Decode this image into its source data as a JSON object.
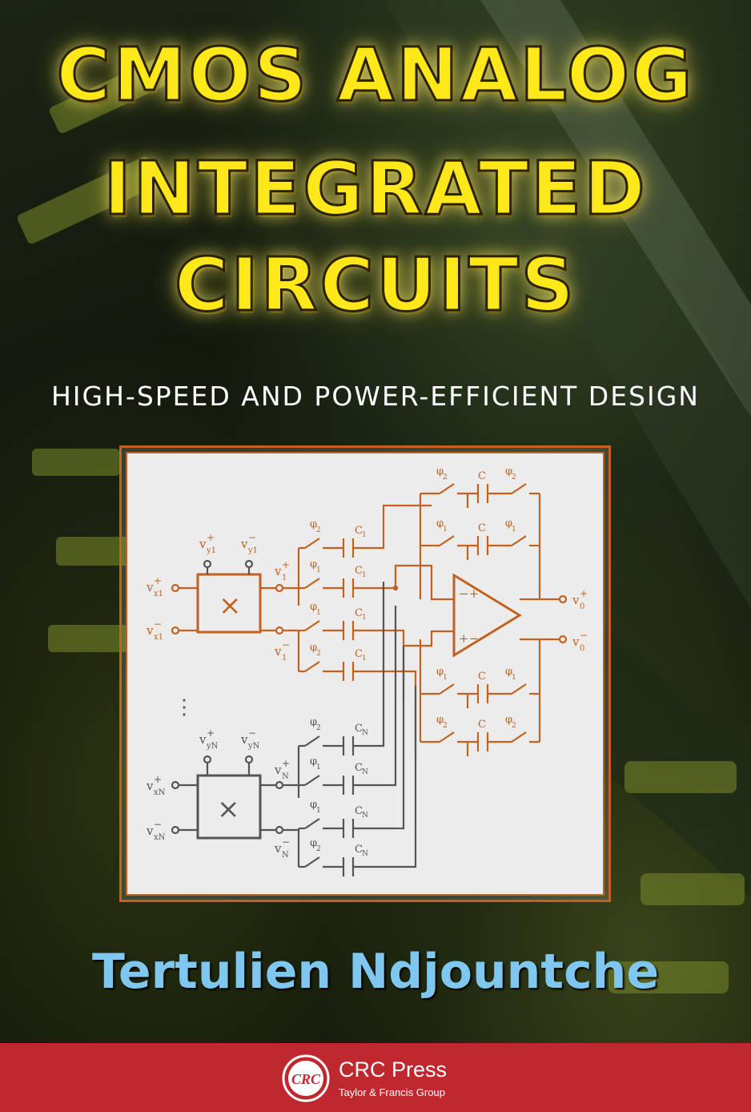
{
  "cover": {
    "title_lines": [
      "CMOS ANALOG",
      "INTEGRATED",
      "CIRCUITS"
    ],
    "subtitle": "HIGH-SPEED AND POWER-EFFICIENT DESIGN",
    "author": "Tertulien Ndjountche"
  },
  "diagram": {
    "labels": {
      "phi": "φ",
      "s1": "1",
      "s2": "2",
      "C": "C",
      "CN": "N",
      "multiply": "×",
      "vy1p": "+",
      "vy1m": "−",
      "vx1p": "+",
      "vx1m": "−",
      "v1p": "+",
      "v1m": "−",
      "vyNp": "+",
      "vyNm": "−",
      "vxNp": "+",
      "vxNm": "−",
      "vNp": "+",
      "vNm": "−",
      "v0p": "+",
      "v0m": "−",
      "sub_y1": "y1",
      "sub_x1": "x1",
      "sub_1": "1",
      "sub_yN": "yN",
      "sub_xN": "xN",
      "sub_N": "N",
      "sub_0": "0",
      "v": "v",
      "opamp_minus": "−",
      "opamp_plus": "+",
      "ellipsis": "⋮"
    },
    "colors": {
      "accent": "#c2621e",
      "dark": "#555555"
    }
  },
  "publisher": {
    "name": "CRC Press",
    "group": "Taylor & Francis Group",
    "logo_text": "CRC"
  },
  "colors": {
    "title": "#ffe81a",
    "author": "#7fc7ee",
    "footer": "#c0282f"
  }
}
